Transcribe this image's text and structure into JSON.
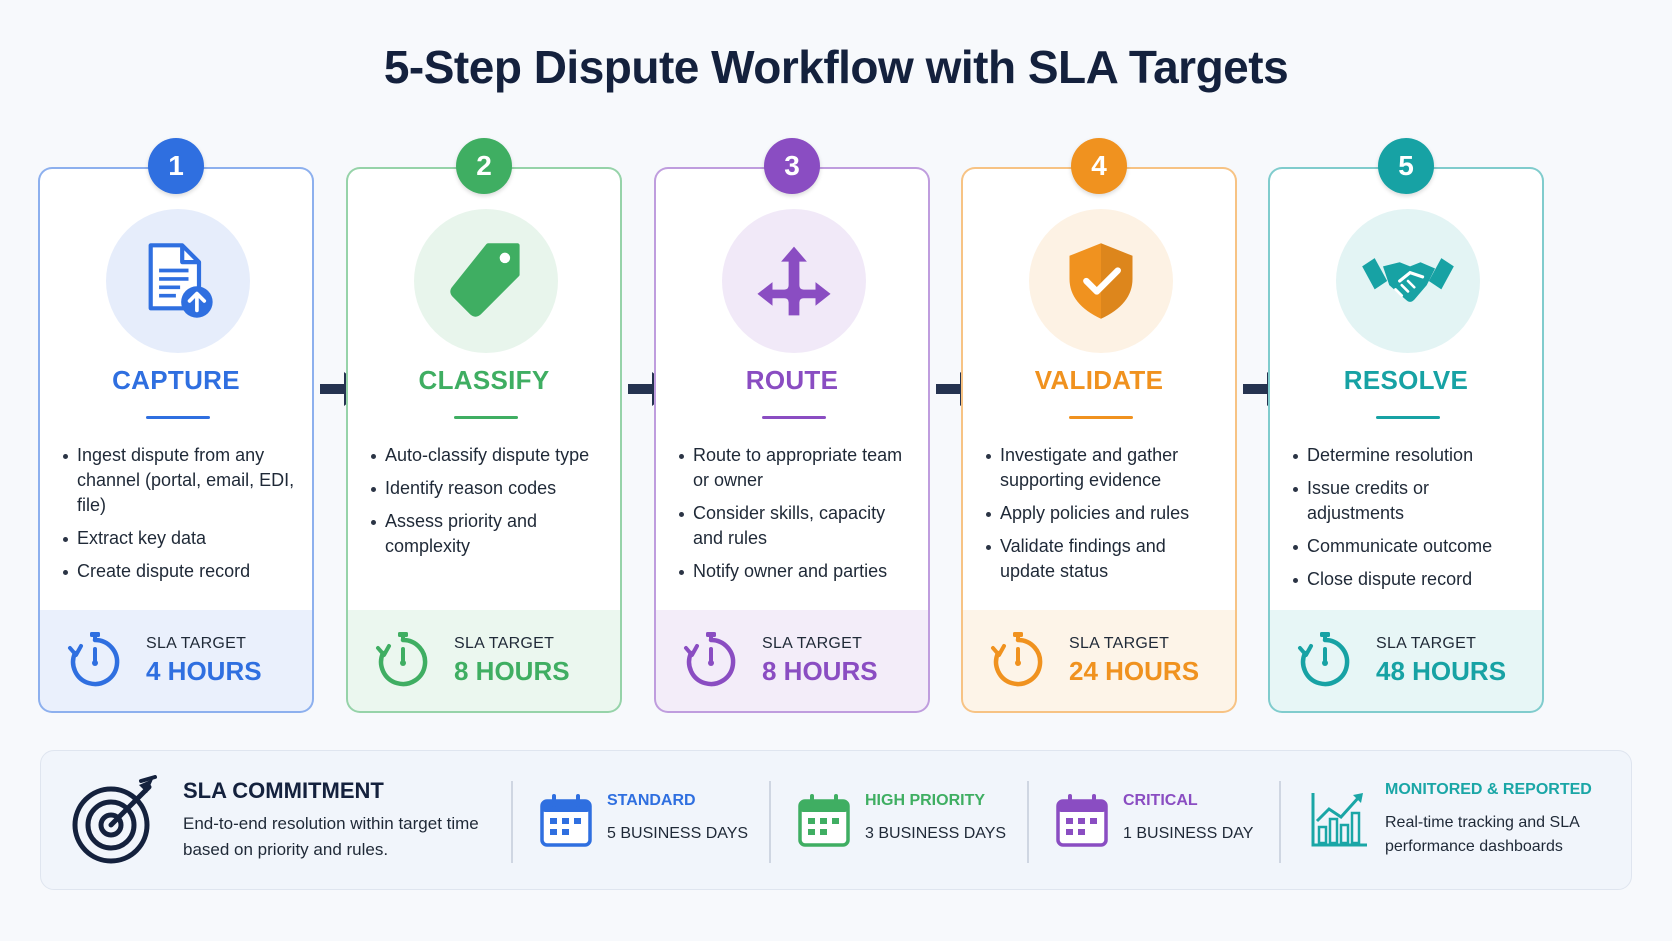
{
  "title": "5-Step Dispute Workflow with SLA Targets",
  "steps": [
    {
      "number": "1",
      "name": "CAPTURE",
      "icon": "document-upload-icon",
      "color": "#2f6fe0",
      "bullets": [
        "Ingest dispute from any channel (portal, email, EDI, file)",
        "Extract key data",
        "Create dispute record"
      ],
      "sla_label": "SLA TARGET",
      "sla_value": "4 HOURS"
    },
    {
      "number": "2",
      "name": "CLASSIFY",
      "icon": "tag-icon",
      "color": "#3fae62",
      "bullets": [
        "Auto-classify dispute type",
        "Identify reason codes",
        "Assess priority and complexity"
      ],
      "sla_label": "SLA TARGET",
      "sla_value": "8 HOURS"
    },
    {
      "number": "3",
      "name": "ROUTE",
      "icon": "route-arrows-icon",
      "color": "#8a4dc2",
      "bullets": [
        "Route to appropriate team or owner",
        "Consider skills, capacity and rules",
        "Notify owner and parties"
      ],
      "sla_label": "SLA TARGET",
      "sla_value": "8 HOURS"
    },
    {
      "number": "4",
      "name": "VALIDATE",
      "icon": "shield-check-icon",
      "color": "#f0921f",
      "bullets": [
        "Investigate and gather supporting evidence",
        "Apply policies and rules",
        "Validate findings and update status"
      ],
      "sla_label": "SLA TARGET",
      "sla_value": "24 HOURS"
    },
    {
      "number": "5",
      "name": "RESOLVE",
      "icon": "handshake-icon",
      "color": "#17a2a4",
      "bullets": [
        "Determine resolution",
        "Issue credits or adjustments",
        "Communicate outcome",
        "Close dispute record"
      ],
      "sla_label": "SLA TARGET",
      "sla_value": "48 HOURS"
    }
  ],
  "commitment": {
    "title": "SLA COMMITMENT",
    "description": "End-to-end resolution within target time based on priority and rules.",
    "tiers": [
      {
        "name": "STANDARD",
        "days": "5 BUSINESS DAYS",
        "color": "#2f6fe0"
      },
      {
        "name": "HIGH PRIORITY",
        "days": "3 BUSINESS DAYS",
        "color": "#3fae62"
      },
      {
        "name": "CRITICAL",
        "days": "1 BUSINESS DAY",
        "color": "#8a4dc2"
      }
    ],
    "monitor_title": "MONITORED & REPORTED",
    "monitor_description": "Real-time tracking and SLA performance dashboards"
  }
}
